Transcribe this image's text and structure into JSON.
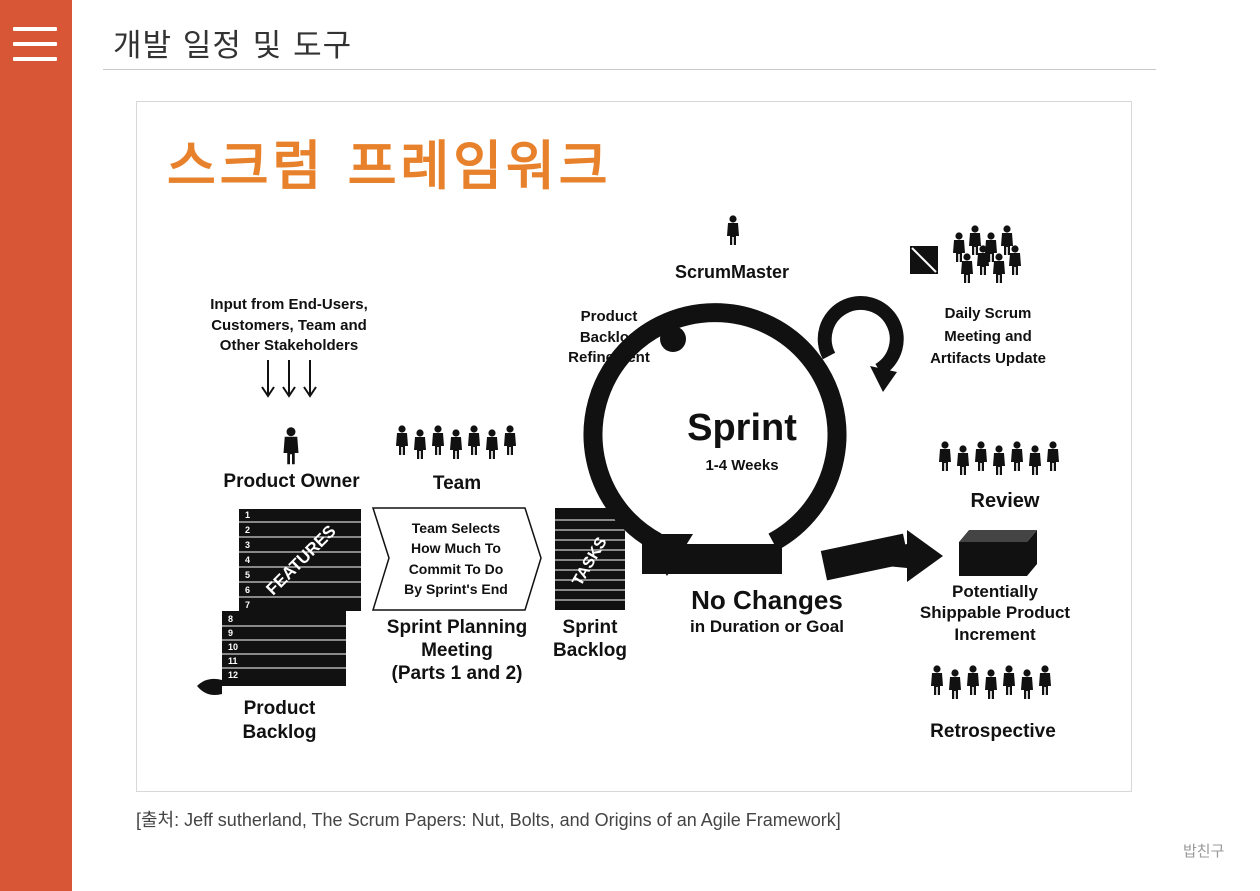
{
  "page_title": "개발 일정 및 도구",
  "menu_icon": "hamburger-menu-icon",
  "accent_color": "#d85535",
  "figure": {
    "heading": "스크럼 프레임워크",
    "heading_color": "#e8812b",
    "input_text": [
      "Input from End-Users,",
      "Customers, Team and",
      "Other Stakeholders"
    ],
    "product_owner": "Product Owner",
    "team": "Team",
    "features": "FEATURES",
    "backlog_numbers": [
      "1",
      "2",
      "3",
      "4",
      "5",
      "6",
      "7",
      "8",
      "9",
      "10",
      "11",
      "12"
    ],
    "product_backlog": [
      "Product",
      "Backlog"
    ],
    "team_selects": [
      "Team Selects",
      "How Much To",
      "Commit To Do",
      "By Sprint's End"
    ],
    "sprint_planning": [
      "Sprint Planning",
      "Meeting",
      "(Parts 1 and 2)"
    ],
    "tasks": "TASKS",
    "sprint_backlog": [
      "Sprint",
      "Backlog"
    ],
    "scrummaster": "ScrumMaster",
    "refinement": [
      "Product",
      "Backlog",
      "Refinement"
    ],
    "sprint": "Sprint",
    "sprint_duration": "1-4 Weeks",
    "daily_scrum": [
      "Daily Scrum",
      "Meeting and",
      "Artifacts Update"
    ],
    "no_changes": "No Changes",
    "no_changes_sub": "in Duration or Goal",
    "review": "Review",
    "increment": [
      "Potentially",
      "Shippable Product",
      "Increment"
    ],
    "retrospective": "Retrospective"
  },
  "caption": "[출처: Jeff sutherland, The Scrum Papers: Nut, Bolts, and Origins of an Agile Framework]",
  "footer_brand": "밥친구"
}
